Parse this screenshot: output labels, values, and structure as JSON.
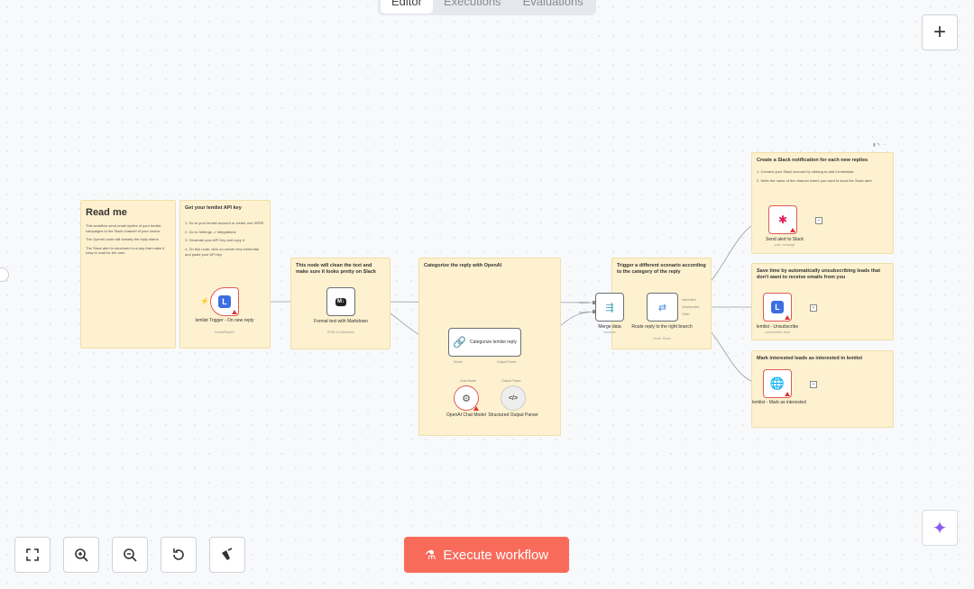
{
  "tabs": [
    {
      "label": "Editor"
    },
    {
      "label": "Executions"
    },
    {
      "label": "Evaluations"
    }
  ],
  "execute_label": "Execute workflow",
  "stickies": {
    "readme": {
      "title": "Read me",
      "p1": "This workflow send email replies of your lemlist campaigns to the Slack channel of your choice",
      "p2": "The OpenAI node will classify the reply status",
      "p3": "The Slack alert is structured in a way that make it easy to read for the user."
    },
    "apikey": {
      "title": "Get your lemlist API key",
      "s1": "1. Go to your lemlist account or create one HERE",
      "s2": "2. Go to Settings -> Integrations",
      "s3": "3. Generate your API Key and copy it",
      "s4": "4. On this node, click on create new credential and paste your API key"
    },
    "markdown": {
      "title": "This node will clean the text and make sure it looks pretty on Slack"
    },
    "categorize": {
      "title": "Categorize the reply with OpenAI"
    },
    "trigger": {
      "title": "Trigger a different scenario according to the category of the reply"
    },
    "slack": {
      "title": "Create a Slack notification for each new replies",
      "s1": "1. Connect your Slack account by clicking to add Credentials",
      "s2": "2. Write the name of the channel where you want to send the Slack alert"
    },
    "unsub": {
      "title": "Save time by automatically unsubscribing leads that don't want to receive emails from you"
    },
    "interested": {
      "title": "Mark interested leads as interested in lemlist"
    }
  },
  "nodes": {
    "trigger": {
      "label": "lemlist Trigger - On new reply",
      "sub": "emailsReplied"
    },
    "markdown": {
      "label": "Format text with Markdown",
      "sub": "HTML to Markdown"
    },
    "categorize": {
      "label": "Categorize lemlist reply"
    },
    "openai": {
      "label": "OpenAI Chat Model"
    },
    "parser": {
      "label": "Structured Output Parser"
    },
    "merge": {
      "label": "Merge data",
      "sub": "combine"
    },
    "route": {
      "label": "Route reply to the right branch",
      "sub": "mode: Rules"
    },
    "slack": {
      "label": "Send alert to Slack",
      "sub": "post: message"
    },
    "unsubscribe": {
      "label": "lemlist - Unsubscribe",
      "sub": "unsubscribe: lead"
    },
    "mark": {
      "label": "lemlist - Mark as interested"
    }
  },
  "ports": {
    "model": "Model",
    "output_parser": "Output Parser",
    "chat_model": "Chat Model",
    "input1": "Input 1",
    "input2": "Input 2",
    "out_interested": "Interested",
    "out_unsub": "Unsubscribe",
    "out_other": "Other"
  },
  "icons": {
    "plus": "plus-icon",
    "ai": "sparkle-icon",
    "fit": "fit-view-icon",
    "zoom_in": "zoom-in-icon",
    "zoom_out": "zoom-out-icon",
    "reset": "reset-icon",
    "tidy": "tidy-up-icon",
    "flask": "flask-icon"
  },
  "colors": {
    "execute": "#f86b5b",
    "sticky": "#fdf1cf",
    "warning": "#dd3333",
    "lemlist": "#3b6fe0"
  }
}
